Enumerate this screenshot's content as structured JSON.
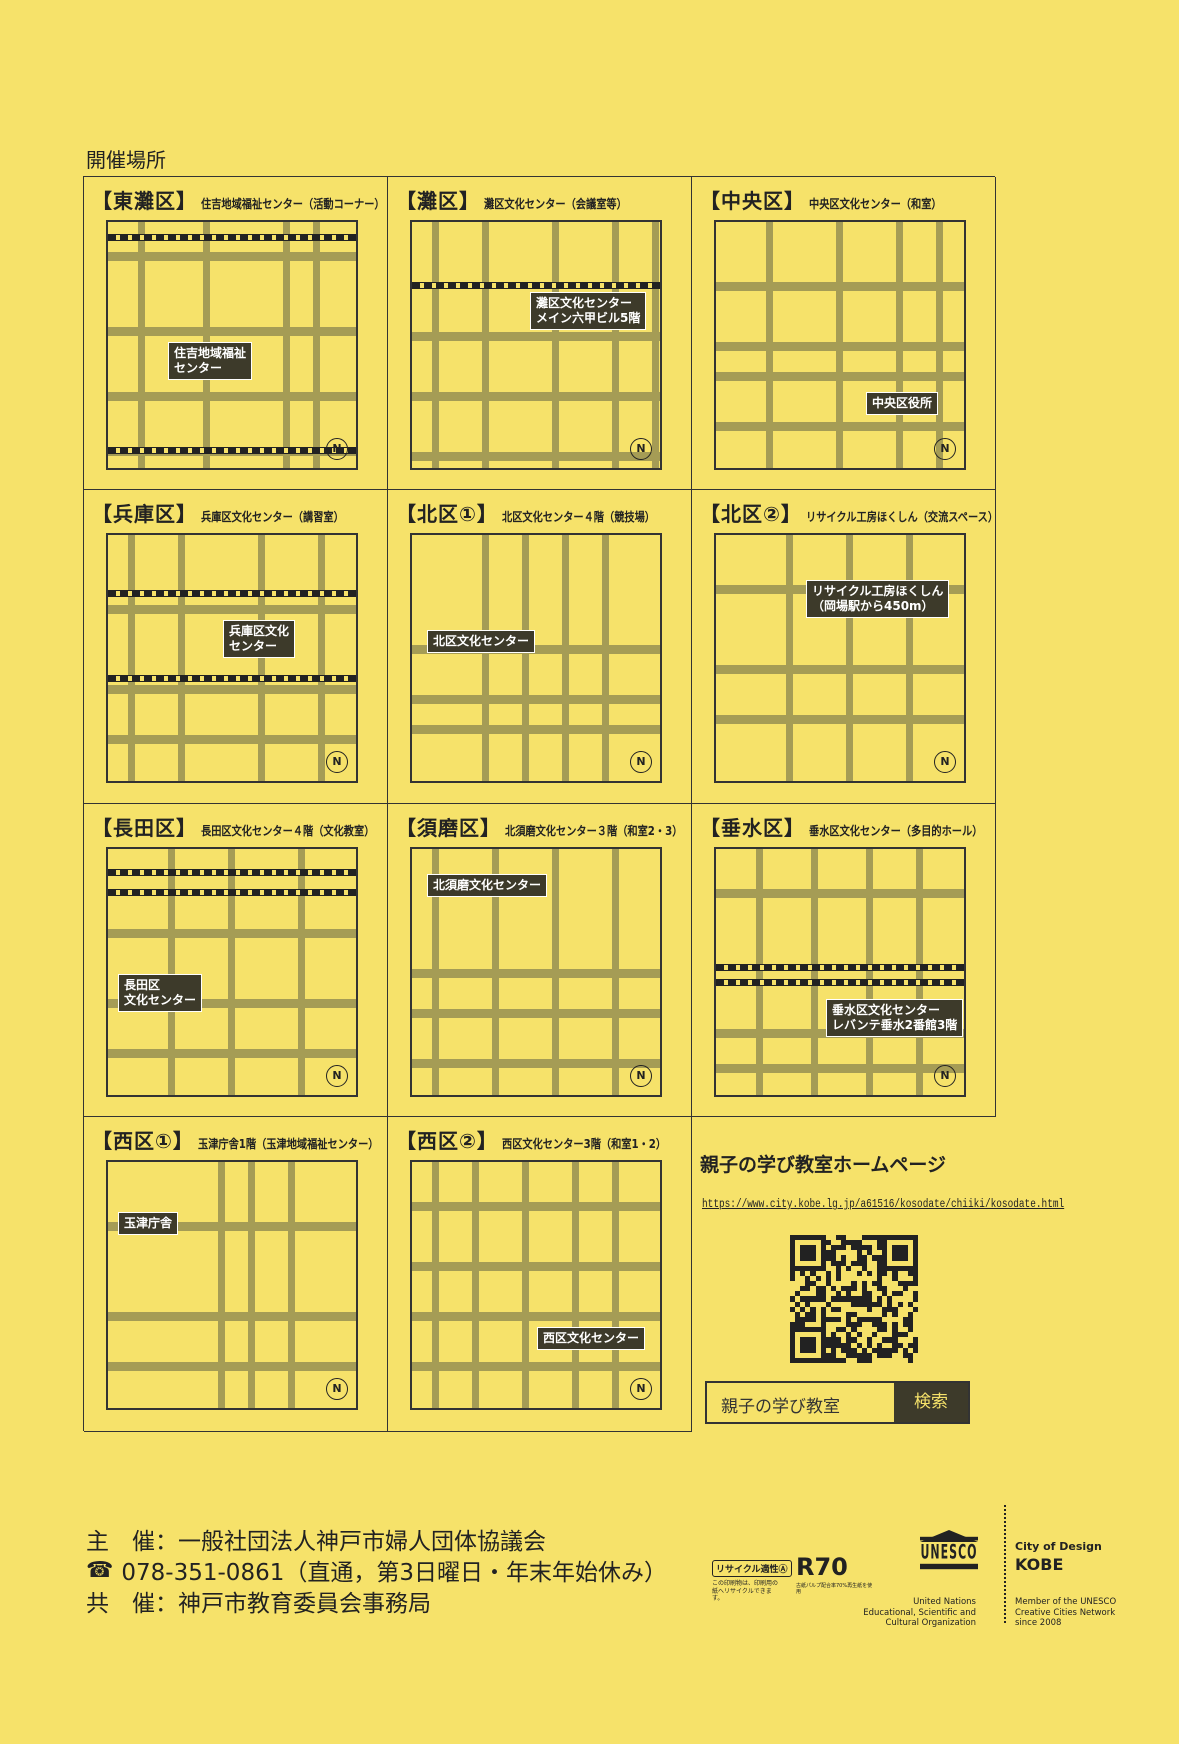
{
  "section_title": "開催場所",
  "venues": [
    {
      "district": "【東灘区】",
      "facility": "住吉地域福祉センター（活動コーナー）",
      "map_label": "住吉地域福祉\nセンター"
    },
    {
      "district": "【灘区】",
      "facility": "灘区文化センター（会議室等）",
      "map_label": "灘区文化センター\nメイン六甲ビル5階"
    },
    {
      "district": "【中央区】",
      "facility": "中央区文化センター（和室）",
      "map_label": "中央区役所"
    },
    {
      "district": "【兵庫区】",
      "facility": "兵庫区文化センター（講習室）",
      "map_label": "兵庫区文化\nセンター"
    },
    {
      "district": "【北区①】",
      "facility": "北区文化センター４階（競技場）",
      "map_label": "北区文化センター"
    },
    {
      "district": "【北区②】",
      "facility": "リサイクル工房ほくしん（交流スペース）",
      "map_label": "リサイクル工房ほくしん\n（岡場駅から450m）"
    },
    {
      "district": "【長田区】",
      "facility": "長田区文化センター４階（文化教室）",
      "map_label": "長田区\n文化センター"
    },
    {
      "district": "【須磨区】",
      "facility": "北須磨文化センター３階（和室2・3）",
      "map_label": "北須磨文化センター"
    },
    {
      "district": "【垂水区】",
      "facility": "垂水区文化センター（多目的ホール）",
      "map_label": "垂水区文化センター\nレバンテ垂水2番館3階"
    },
    {
      "district": "【西区①】",
      "facility": "玉津庁舎1階（玉津地域福祉センター）",
      "map_label": "玉津庁舎"
    },
    {
      "district": "【西区②】",
      "facility": "西区文化センター3階（和室1・2）",
      "map_label": "西区文化センター"
    }
  ],
  "homepage": {
    "title": "親子の学び教室ホームページ",
    "url": "https://www.city.kobe.lg.jp/a61516/kosodate/chiiki/kosodate.html",
    "search_query": "親子の学び教室",
    "search_button": "検索"
  },
  "footer": {
    "organizer": "主　催：一般社団法人神戸市婦人団体協議会",
    "phone_icon": "telephone-icon",
    "phone": "078-351-0861（直通，第3日曜日・年末年始休み）",
    "co_organizer": "共　催：神戸市教育委員会事務局"
  },
  "logos": {
    "recycle": "リサイクル適性Ⓐ",
    "recycle_note": "この印刷物は、印刷用の紙へリサイクルできます。",
    "r70": "R70",
    "r70_note": "古紙パルプ配合率70%再生紙を使用",
    "unesco": "UNESCO",
    "unesco_name": "United Nations\nEducational, Scientific and\nCultural Organization",
    "city_design": "City of Design",
    "kobe": "KOBE",
    "member": "Member of the UNESCO\nCreative Cities Network\nsince 2008"
  },
  "compass": "N"
}
